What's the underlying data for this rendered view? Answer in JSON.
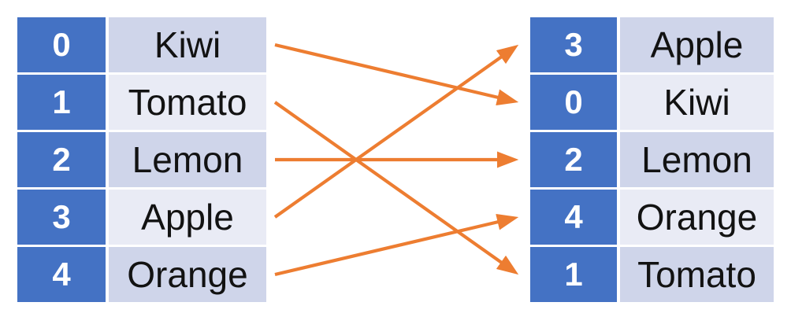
{
  "left_table": {
    "rows": [
      {
        "index": "0",
        "value": "Kiwi"
      },
      {
        "index": "1",
        "value": "Tomato"
      },
      {
        "index": "2",
        "value": "Lemon"
      },
      {
        "index": "3",
        "value": "Apple"
      },
      {
        "index": "4",
        "value": "Orange"
      }
    ]
  },
  "right_table": {
    "rows": [
      {
        "index": "3",
        "value": "Apple"
      },
      {
        "index": "0",
        "value": "Kiwi"
      },
      {
        "index": "2",
        "value": "Lemon"
      },
      {
        "index": "4",
        "value": "Orange"
      },
      {
        "index": "1",
        "value": "Tomato"
      }
    ]
  },
  "connections": [
    {
      "from_row": 0,
      "to_row": 1
    },
    {
      "from_row": 1,
      "to_row": 4
    },
    {
      "from_row": 2,
      "to_row": 2
    },
    {
      "from_row": 3,
      "to_row": 0
    },
    {
      "from_row": 4,
      "to_row": 3
    }
  ],
  "colors": {
    "index_cell_blue": "#4472C4",
    "row_band_dark": "#CFD5EA",
    "row_band_light": "#E9EBF5",
    "arrow_orange": "#ED7D31",
    "index_text": "#FFFFFF",
    "value_text": "#121212",
    "background": "#FFFFFF"
  }
}
